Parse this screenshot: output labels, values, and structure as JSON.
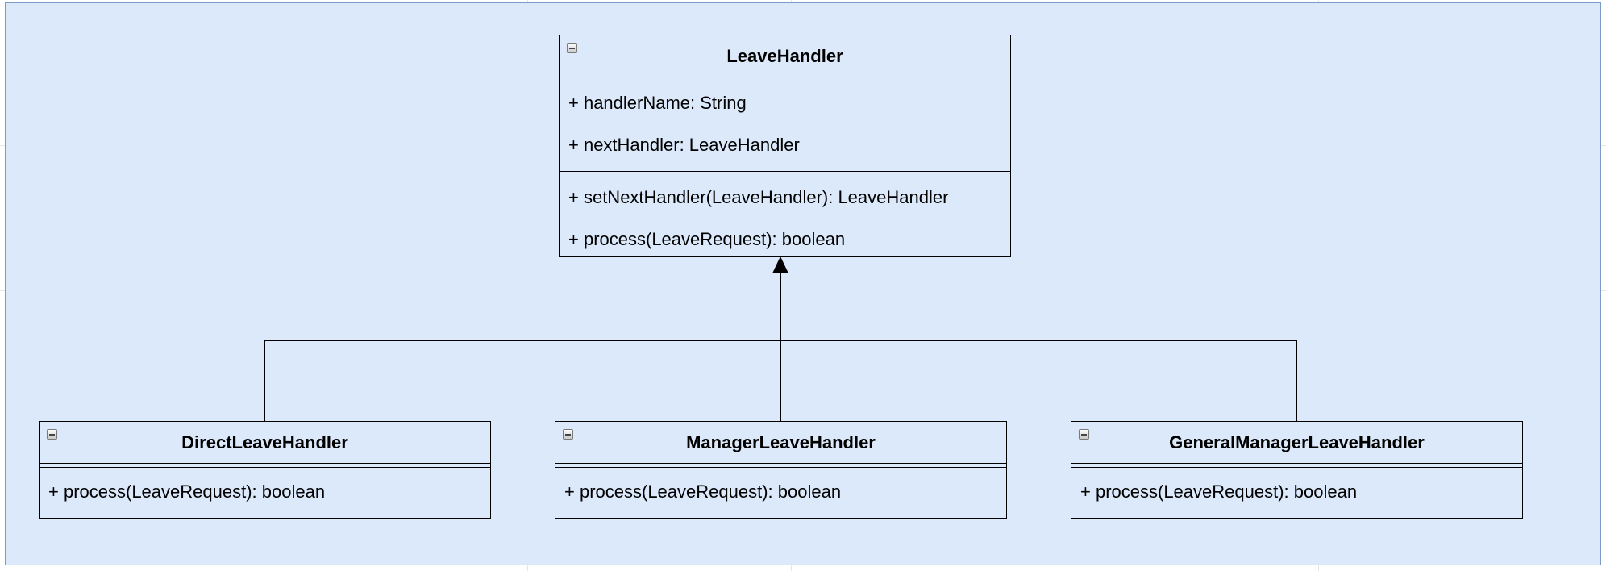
{
  "diagram": {
    "classes": [
      {
        "name": "LeaveHandler",
        "attributes": [
          "+ handlerName: String",
          "+ nextHandler: LeaveHandler"
        ],
        "methods": [
          "+ setNextHandler(LeaveHandler): LeaveHandler",
          "+ process(LeaveRequest): boolean"
        ]
      },
      {
        "name": "DirectLeaveHandler",
        "attributes": [],
        "methods": [
          "+ process(LeaveRequest): boolean"
        ]
      },
      {
        "name": "ManagerLeaveHandler",
        "attributes": [],
        "methods": [
          "+ process(LeaveRequest): boolean"
        ]
      },
      {
        "name": "GeneralManagerLeaveHandler",
        "attributes": [],
        "methods": [
          "+ process(LeaveRequest): boolean"
        ]
      }
    ],
    "relationships": [
      {
        "type": "generalization",
        "from": "DirectLeaveHandler",
        "to": "LeaveHandler"
      },
      {
        "type": "generalization",
        "from": "ManagerLeaveHandler",
        "to": "LeaveHandler"
      },
      {
        "type": "generalization",
        "from": "GeneralManagerLeaveHandler",
        "to": "LeaveHandler"
      }
    ]
  }
}
